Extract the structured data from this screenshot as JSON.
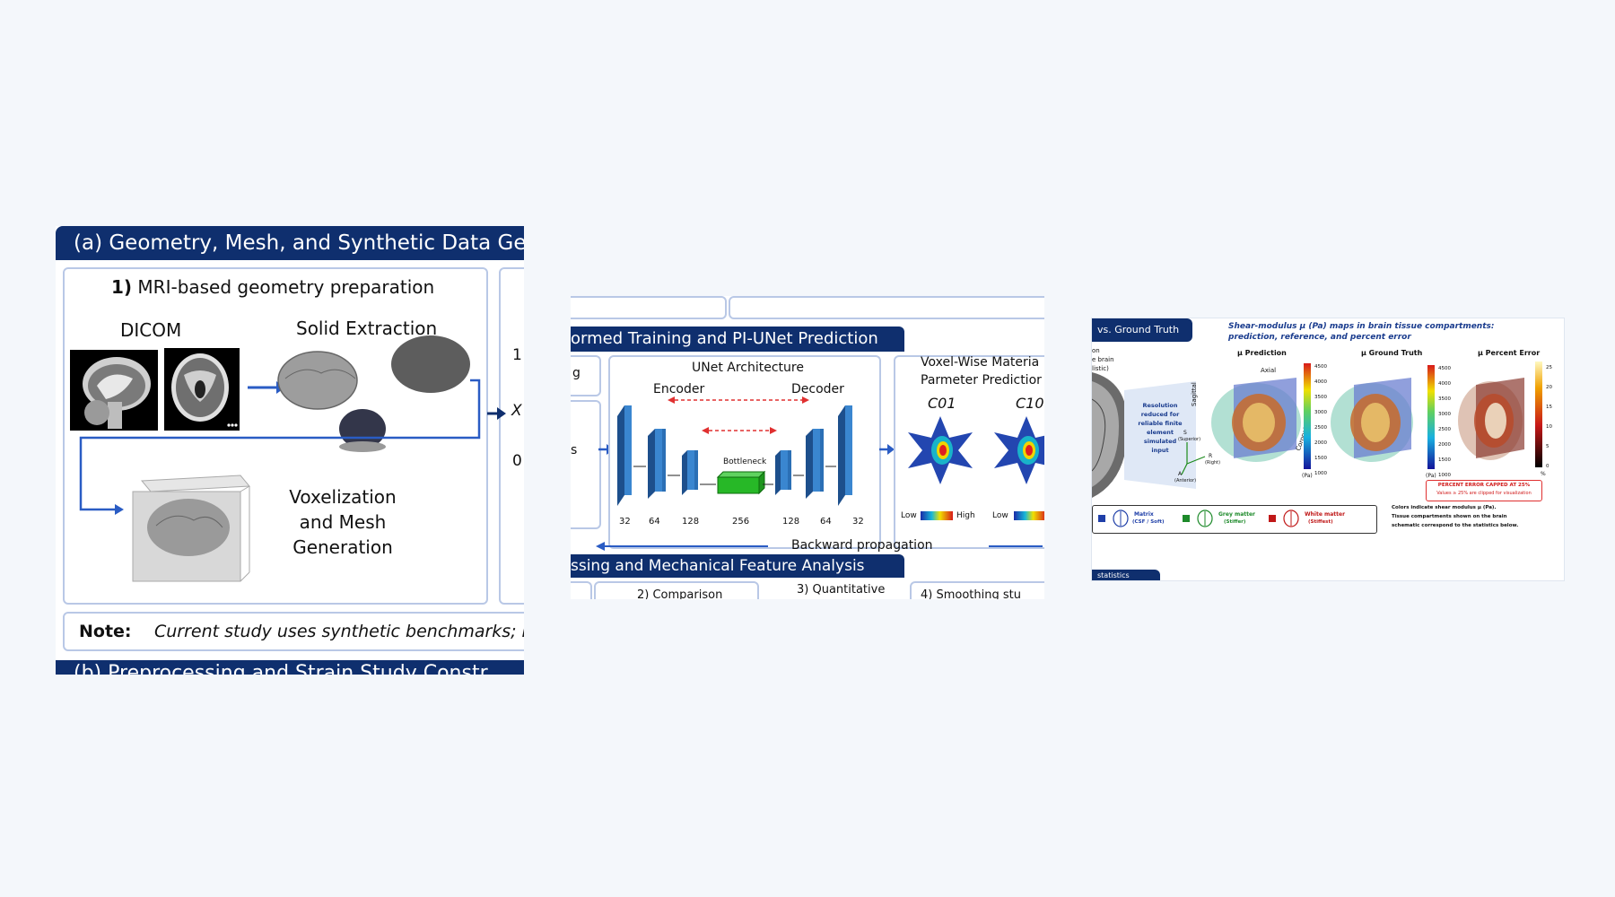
{
  "panel_a": {
    "header": "(a) Geometry, Mesh, and Synthetic Data Ge",
    "step1_title_num": "1)",
    "step1_title": "MRI-based geometry preparation",
    "dicom_label": "DICOM",
    "solid_label": "Solid Extraction",
    "vox_line1": "Voxelization",
    "vox_line2": "and Mesh",
    "vox_line3": "Generation",
    "side_1": "1",
    "side_x": "X",
    "side_0": "0",
    "note_label": "Note:",
    "note_text": "Current study uses synthetic benchmarks; F",
    "next_header": "(b) Preprocessing and Strain Study Constr"
  },
  "panel_b": {
    "header1": "ormed Training and PI-UNet Prediction",
    "side_g": "g",
    "side_s": "s",
    "unet_title": "UNet Architecture",
    "encoder": "Encoder",
    "decoder": "Decoder",
    "bottleneck": "Bottleneck",
    "channels": [
      "32",
      "64",
      "128",
      "256",
      "128",
      "64",
      "32"
    ],
    "voxel_title1": "Voxel-Wise Materia",
    "voxel_title2": "Parmeter Predictior",
    "c01": "C01",
    "c10": "C10",
    "low": "Low",
    "high": "High",
    "low2": "Low",
    "backward": "Backward propagation",
    "header2": "ssing and Mechanical Feature Analysis",
    "sub2": "2) Comparison",
    "sub3": "3) Quantitative",
    "sub4": "4) Smoothing stu"
  },
  "panel_c": {
    "header": "vs. Ground Truth",
    "title_line1": "Shear-modulus μ (Pa) maps in brain tissue compartments:",
    "title_line2": "prediction, reference, and percent error",
    "left_1": "on",
    "left_2": "e brain",
    "left_3": "listic)",
    "resolution_lines": [
      "Resolution",
      "reduced for",
      "reliable finite",
      "element",
      "simulated",
      "input"
    ],
    "col_pred": "μ Prediction",
    "col_gt": "μ Ground Truth",
    "col_err": "μ Percent Error",
    "axial": "Axial",
    "sagittal": "Sagittal",
    "coronal": "Coronal",
    "axis_s": "S",
    "axis_s_sub": "(Superior)",
    "axis_r": "R",
    "axis_r_sub": "(Right)",
    "axis_a": "A",
    "axis_a_sub": "(Anterior)",
    "cb1_ticks": [
      "4500",
      "4000",
      "3500",
      "3000",
      "2500",
      "2000",
      "1500",
      "1000"
    ],
    "cb2_ticks": [
      "4500",
      "4000",
      "3500",
      "3000",
      "2500",
      "2000",
      "1500",
      "1000"
    ],
    "cb3_ticks": [
      "25",
      "20",
      "15",
      "10",
      "5",
      "0"
    ],
    "unit_pa": "(Pa)",
    "unit_pa2": "(Pa)",
    "unit_pct": "%",
    "error_note1": "PERCENT ERROR CAPPED AT 25%",
    "error_note2": "Values ≥ 25% are clipped for visualization",
    "legend": [
      {
        "name": "Matrix",
        "sub": "(CSF / Soft)"
      },
      {
        "name": "Grey matter",
        "sub": "(Stiffer)"
      },
      {
        "name": "White matter",
        "sub": "(Stiffest)"
      }
    ],
    "legend_note1": "Colors indicate shear modulus μ (Pa).",
    "legend_note2": "Tissue compartments shown on the brain",
    "legend_note3": "schematic correspond to the statistics below.",
    "bottom_header": "statistics"
  },
  "colors": {
    "navy": "#0f2f6e",
    "box_border": "#b9c8e6",
    "arrow_blue": "#2a5cc4",
    "layer_blue": "#2b6fb5",
    "bottleneck_green": "#27b827",
    "dash_red": "#e03030"
  }
}
